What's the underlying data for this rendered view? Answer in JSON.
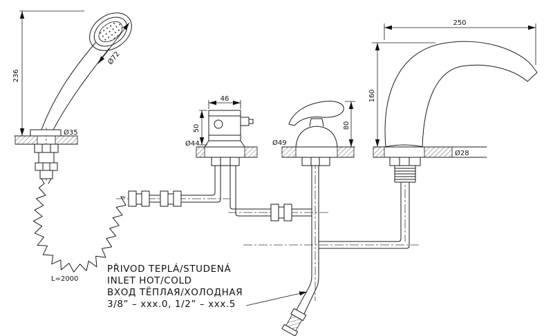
{
  "dimensions": {
    "shower_height": "236",
    "shower_head_diameter": "Ø72",
    "shower_base_diameter": "Ø35",
    "hose_length": "L=2000",
    "mixer_width": "46",
    "mixer_height": "50",
    "mixer_base_diameter": "Ø44",
    "diverter_base_diameter": "Ø49",
    "diverter_height": "80",
    "spout_reach": "250",
    "spout_height": "160",
    "spout_pipe_diameter": "Ø28"
  },
  "notes": {
    "line1": "PŘIVOD TEPLÁ/STUDENÁ",
    "line2": "INLET HOT/COLD",
    "line3": "ВХОД ТЁПЛАЯ/ХОЛОДНАЯ",
    "line4": "3/8” – xxx.0, 1/2” – xxx.5"
  },
  "colors": {
    "line": "#1a1a1a",
    "background": "#ffffff"
  }
}
